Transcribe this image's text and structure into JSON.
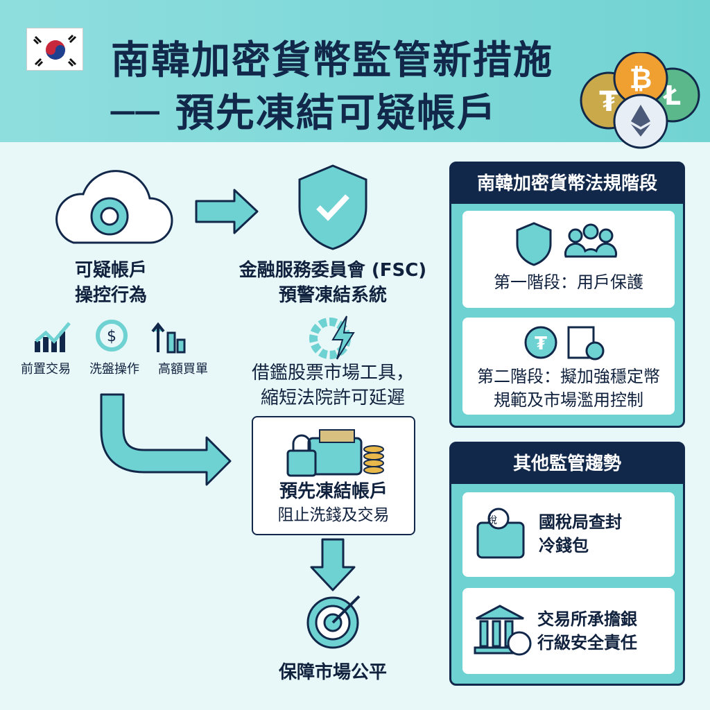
{
  "header": {
    "title_line1": "南韓加密貨幣監管新措施",
    "title_line2": "── 預先凍結可疑帳戶"
  },
  "flow": {
    "suspicious": {
      "line1": "可疑帳戶",
      "line2": "操控行為"
    },
    "behaviors": [
      "前置交易",
      "洗盤操作",
      "高額買單"
    ],
    "fsc": {
      "line1": "金融服務委員會 (FSC)",
      "line2": "預警凍結系統"
    },
    "tools": {
      "line1": "借鑑股票市場工具，",
      "line2": "縮短法院許可延遲"
    },
    "freeze": {
      "line1": "預先凍結帳戶",
      "line2": "阻止洗錢及交易"
    },
    "goal": "保障市場公平"
  },
  "stages_panel": {
    "title": "南韓加密貨幣法規階段",
    "stage1": "第一階段：用戶保護",
    "stage2_line1": "第二階段：擬加強穩定幣",
    "stage2_line2": "規範及市場濫用控制"
  },
  "trends_panel": {
    "title": "其他監管趨勢",
    "trend1_line1": "國稅局查封",
    "trend1_line2": "冷錢包",
    "trend1_badge": "稅",
    "trend2_line1": "交易所承擔銀",
    "trend2_line2": "行級安全責任"
  },
  "colors": {
    "teal": "#6fd2d2",
    "navy": "#12284a",
    "bg": "#e8f7f7"
  }
}
